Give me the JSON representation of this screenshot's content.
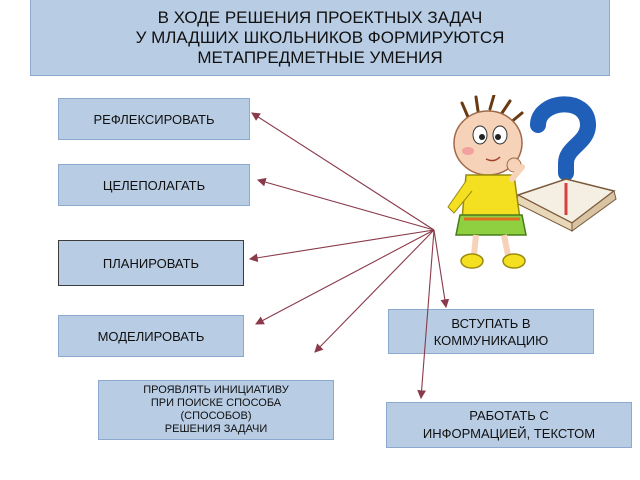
{
  "title": "В ХОДЕ РЕШЕНИЯ ПРОЕКТНЫХ ЗАДАЧ\nУ МЛАДШИХ ШКОЛЬНИКОВ  ФОРМИРУЮТСЯ\nМЕТАПРЕДМЕТНЫЕ УМЕНИЯ",
  "skills": {
    "reflect": "РЕФЛЕКСИРОВАТЬ",
    "goal": "ЦЕЛЕПОЛАГАТЬ",
    "plan": "ПЛАНИРОВАТЬ",
    "model": "МОДЕЛИРОВАТЬ",
    "initiative": "ПРОЯВЛЯТЬ ИНИЦИАТИВУ\nПРИ ПОИСКЕ СПОСОБА\n(СПОСОБОВ)\nРЕШЕНИЯ ЗАДАЧИ",
    "communicate": "ВСТУПАТЬ В\nКОММУНИКАЦИЮ",
    "information": "РАБОТАТЬ С\nИНФОРМАЦИЕЙ, ТЕКСТОМ"
  },
  "colors": {
    "box_fill": "#b8cce4",
    "box_border": "#8ea9cf",
    "arrow": "#8a3a4a"
  },
  "icons": {
    "illustration": "cartoon-child-with-book-and-question-mark"
  }
}
